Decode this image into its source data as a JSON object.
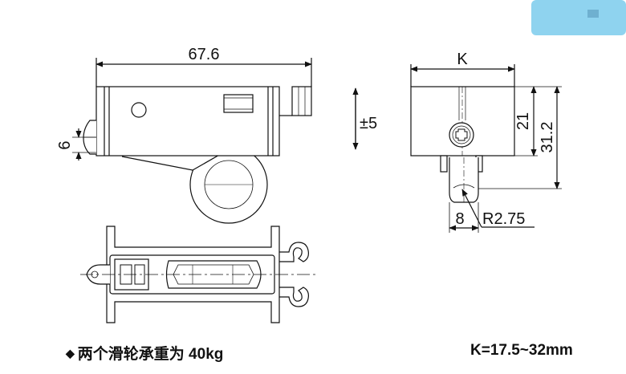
{
  "colors": {
    "corner_tab": "#8fd3ef",
    "corner_tab_accent": "#6fb0d0",
    "line": "#111111"
  },
  "front_view": {
    "width_label": "67.6",
    "offset_label": "6"
  },
  "travel": {
    "label": "±5"
  },
  "side_view": {
    "width_label": "K",
    "height_top_label": "21",
    "height_total_label": "31.2",
    "wheel_width_label": "8",
    "radius_label": "R2.75"
  },
  "captions": {
    "load": "两个滑轮承重为 40kg",
    "range": "K=17.5~32mm"
  },
  "icons": {
    "bullet": "diamond-bullet-icon",
    "screw": "cross-screw-icon"
  }
}
